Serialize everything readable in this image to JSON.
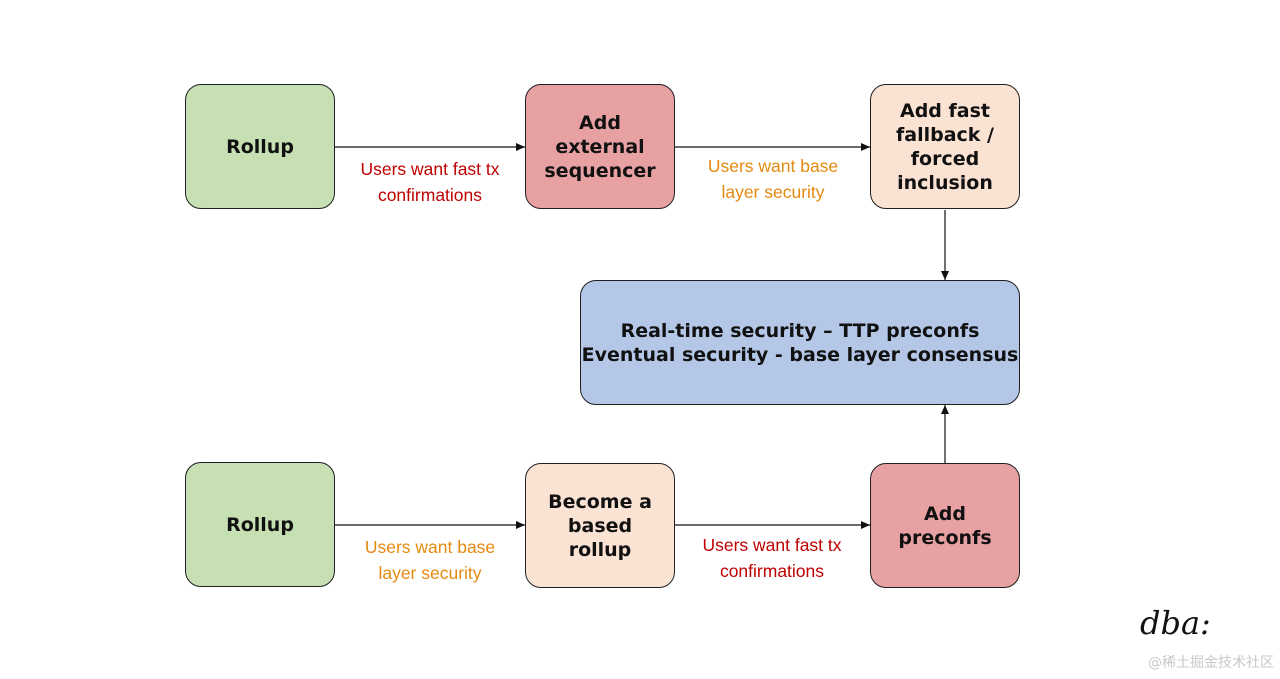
{
  "nodes": {
    "rollup_top": "Rollup",
    "external_sequencer": "Add external sequencer",
    "fast_fallback": "Add fast fallback / forced inclusion",
    "security_line1": "Real-time security – TTP preconfs",
    "security_line2": "Eventual security - base layer consensus",
    "rollup_bottom": "Rollup",
    "based_rollup": "Become a based rollup",
    "add_preconfs": "Add preconfs"
  },
  "edges": {
    "top_left": {
      "line1": "Users want fast tx",
      "line2": "confirmations"
    },
    "top_right": {
      "line1": "Users want base",
      "line2": "layer security"
    },
    "bottom_left": {
      "line1": "Users want base",
      "line2": "layer security"
    },
    "bottom_right": {
      "line1": "Users want fast tx",
      "line2": "confirmations"
    }
  },
  "branding": {
    "logo": "dba:",
    "watermark": "@稀土掘金技术社区"
  },
  "colors": {
    "green": "#c6e0b4",
    "red": "#e8a1a3",
    "peach": "#fbe3d4",
    "blue": "#b4c7e7",
    "label_red": "#c00000",
    "label_orange": "#e58a10"
  }
}
